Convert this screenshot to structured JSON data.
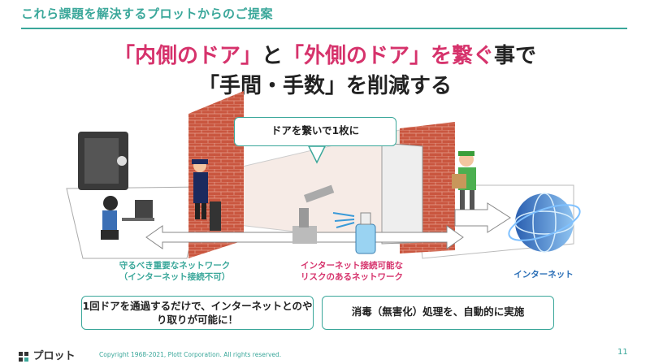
{
  "header": {
    "title": "これら課題を解決するプロットからのご提案"
  },
  "headline": {
    "line1_a": "「内側のドア」",
    "line1_b": "と",
    "line1_c": "「外側のドア」",
    "line1_d": "を繋ぐ",
    "line1_e": "事で",
    "line2": "「手間・手数」を削減する"
  },
  "callouts": {
    "top": "ドアを繋いで1枚に",
    "left": "1回ドアを通過するだけで、インターネットとのやり取りが可能に！",
    "right": "消毒（無害化）処理を、自動的に実施"
  },
  "zones": {
    "internal_line1": "守るべき重要なネットワーク",
    "internal_line2": "（インターネット接続不可）",
    "risk_line1": "インターネット接続可能な",
    "risk_line2": "リスクのあるネットワーク",
    "internet": "インターネット"
  },
  "footer": {
    "logo": "プロット",
    "copyright": "Copyright 1968-2021, Plott Corporation. All rights reserved.",
    "page": "11"
  },
  "colors": {
    "accent": "#3aa79a",
    "pink": "#d6336c",
    "brick": "#c0503f",
    "internet_blue": "#2b6fb7"
  },
  "icons": [
    "safe-icon",
    "security-guard-icon",
    "office-worker-icon",
    "robot-arm-icon",
    "spray-bottle-icon",
    "delivery-person-icon",
    "globe-icon"
  ]
}
